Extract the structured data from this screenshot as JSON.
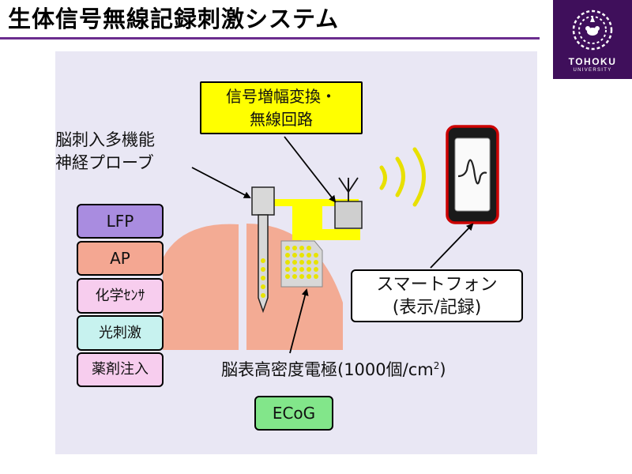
{
  "slide": {
    "title": "生体信号無線記録刺激システム",
    "accent_color": "#6b2d8e"
  },
  "logo": {
    "name": "TOHOKU",
    "sub": "UNIVERSITY",
    "icon": "bamboo-sparrow-crest-icon",
    "color": "#3f0f5b"
  },
  "diagram": {
    "probe_label": [
      "脳刺入多機能",
      "神経プローブ"
    ],
    "amp_box": [
      "信号増幅変換・",
      "無線回路"
    ],
    "modalities": [
      "LFP",
      "AP",
      "化学ｾﾝｻ",
      "光刺激",
      "薬剤注入"
    ],
    "phone_box": [
      "スマートフォン",
      "(表示/記録)"
    ],
    "ecog_label": "脳表高密度電極(1000個/cm",
    "ecog_superscript": "2",
    "ecog_label_tail": ")",
    "ecog_box": "ECoG",
    "colors": {
      "brain": "#f3ab94",
      "amp": "#ffff00",
      "wave": "#e8e000",
      "phone_frame": "#cc0000",
      "lfp": "#a98ce0",
      "ap": "#f4a792",
      "chem": "#f7cdee",
      "optical": "#c7f2ef",
      "drug": "#f7cdee",
      "ecog": "#82e68a"
    }
  }
}
